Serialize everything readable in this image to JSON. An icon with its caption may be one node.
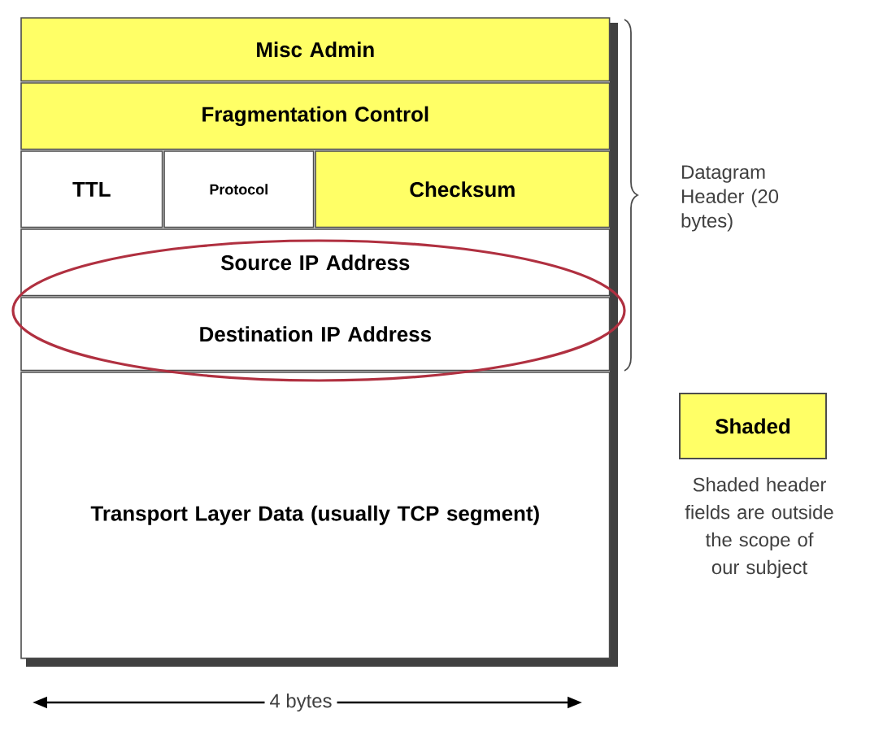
{
  "diagram": {
    "nodes": [
      {
        "text": [
          "Misc Admin"
        ]
      },
      {
        "text": [
          "Fragmentation Control"
        ]
      },
      {
        "text": [
          "TTL"
        ]
      },
      {
        "text": [
          "Protocol"
        ]
      },
      {
        "text": [
          "Checksum"
        ]
      },
      {
        "text": [
          "Source IP Address"
        ]
      },
      {
        "text": [
          "Destination IP Address"
        ]
      },
      {
        "text": [
          "Transport Layer Data (usually TCP segment)"
        ]
      }
    ],
    "labels": [
      "Datagram Header (20 bytes)",
      "Shaded header fields are outside the scope of our subject",
      "4 bytes"
    ],
    "legend": [
      {
        "text": "Shaded",
        "color": "#ffff66"
      }
    ]
  }
}
